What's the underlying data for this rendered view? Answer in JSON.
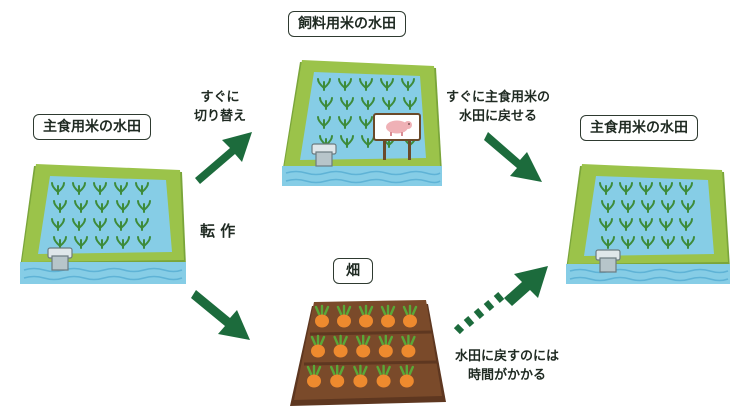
{
  "colors": {
    "arrow": "#1c6b3c",
    "water": "#86cde6",
    "water_dark": "#5fb3d6",
    "bank": "#9bc34a",
    "bank_dark": "#7aa53a",
    "seedling": "#3d8b3a",
    "soil": "#7a4a2a",
    "soil_dark": "#5e3720",
    "carrot": "#ee8a2e",
    "carrot_leaf": "#5aa838",
    "pig": "#efb1b6"
  },
  "icons": [
    "rice-paddy-icon",
    "seedling-icon",
    "water-gate-icon",
    "carrot-icon",
    "pig-sign-icon",
    "arrow-icon"
  ],
  "labels": {
    "left_paddy": "主食用米の水田",
    "feed_paddy": "飼料用米の水田",
    "right_paddy": "主食用米の水田",
    "field": "畑"
  },
  "notes": {
    "switch": [
      "すぐに",
      "切り替え"
    ],
    "return_now": [
      "すぐに主食用米の",
      "水田に戻せる"
    ],
    "rotation": "転 作",
    "return_slow": [
      "水田に戻すのには",
      "時間がかかる"
    ]
  }
}
